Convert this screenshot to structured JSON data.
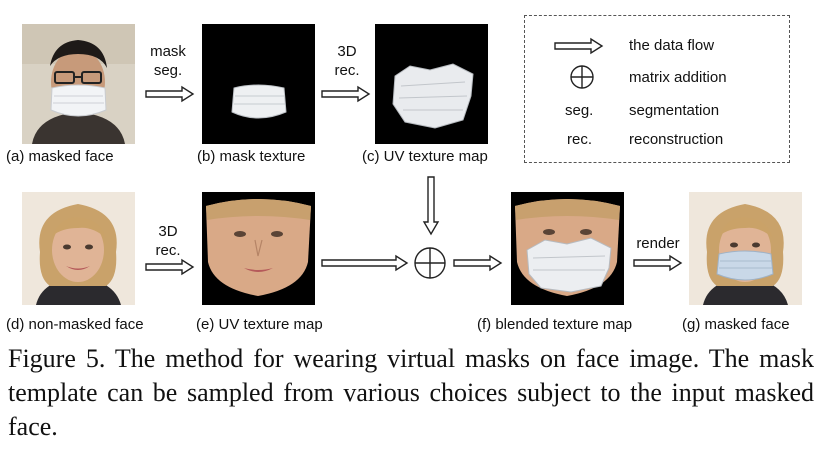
{
  "panels": {
    "a": "(a) masked face",
    "b": "(b) mask texture",
    "c": "(c) UV texture map",
    "d": "(d) non-masked face",
    "e": "(e) UV texture map",
    "f": "(f) blended texture map",
    "g": "(g) masked face"
  },
  "operations": {
    "mask_seg_line1": "mask",
    "mask_seg_line2": "seg.",
    "rec1_line1": "3D",
    "rec1_line2": "rec.",
    "rec2_line1": "3D",
    "rec2_line2": "rec.",
    "render": "render"
  },
  "legend": {
    "items": [
      {
        "icon": "arrow-icon",
        "text": "the data flow"
      },
      {
        "icon": "circle-plus-icon",
        "text": "matrix addition"
      },
      {
        "symbol": "seg.",
        "text": "segmentation"
      },
      {
        "symbol": "rec.",
        "text": "reconstruction"
      }
    ]
  },
  "caption": "Figure 5. The method for wearing virtual masks on face image. The mask template can be sampled from various choices subject to the input masked face."
}
